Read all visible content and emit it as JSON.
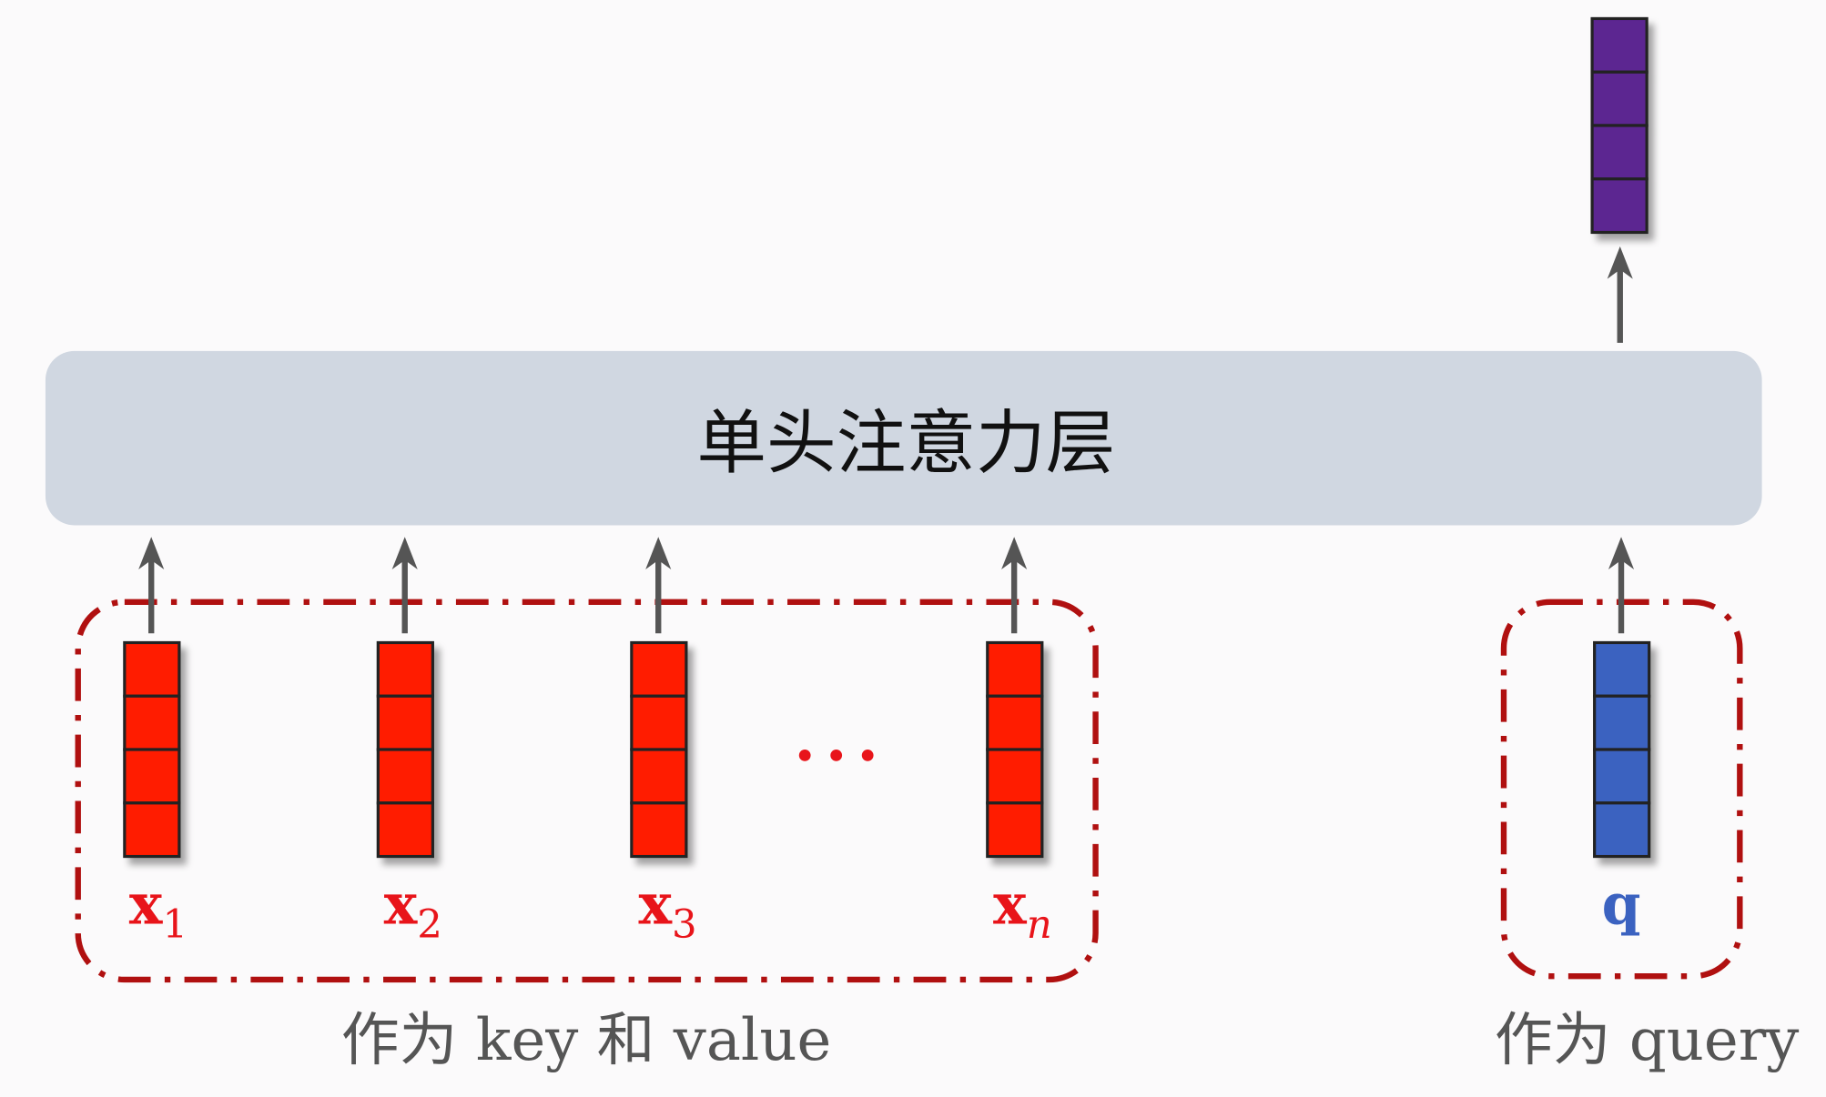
{
  "layer": {
    "label": "单头注意力层"
  },
  "inputs": [
    {
      "name": "x",
      "sub": "1"
    },
    {
      "name": "x",
      "sub": "2"
    },
    {
      "name": "x",
      "sub": "3"
    },
    {
      "name": "x",
      "sub": "n"
    }
  ],
  "ellipsis": "···",
  "query": {
    "name": "q"
  },
  "captions": {
    "kv": "作为 key 和 value",
    "query": "作为 query"
  },
  "colors": {
    "red": "#ff1a00",
    "blue": "#3b62c0",
    "purple": "#5b2591",
    "frame": "#b01010",
    "layer": "#d0d7e1",
    "arrow": "#555555"
  }
}
